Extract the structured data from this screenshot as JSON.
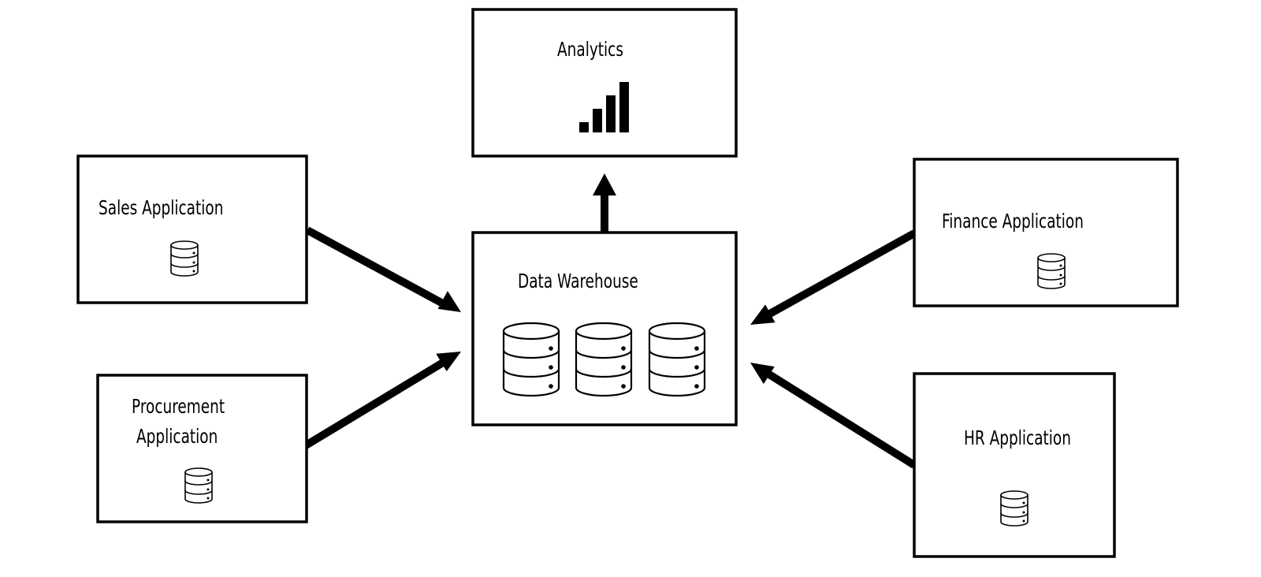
{
  "diagram": {
    "nodes": {
      "analytics": {
        "label": "Analytics",
        "icon": "bar-chart-icon"
      },
      "sales": {
        "label": "Sales Application",
        "icon": "database-icon"
      },
      "procurement": {
        "label_line1": "Procurement",
        "label_line2": "Application",
        "icon": "database-icon"
      },
      "warehouse": {
        "label": "Data Warehouse",
        "icon": "database-icon"
      },
      "finance": {
        "label": "Finance Application",
        "icon": "database-icon"
      },
      "hr": {
        "label": "HR Application",
        "icon": "database-icon"
      }
    },
    "edges": [
      {
        "from": "sales",
        "to": "warehouse"
      },
      {
        "from": "procurement",
        "to": "warehouse"
      },
      {
        "from": "finance",
        "to": "warehouse"
      },
      {
        "from": "hr",
        "to": "warehouse"
      },
      {
        "from": "warehouse",
        "to": "analytics"
      }
    ],
    "colors": {
      "stroke": "#000000",
      "background": "#ffffff"
    }
  }
}
